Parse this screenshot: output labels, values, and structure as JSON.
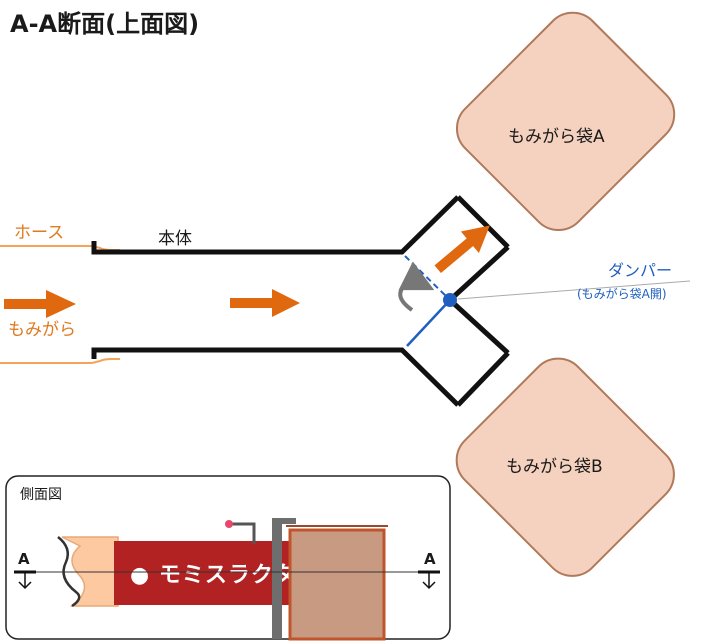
{
  "title": "A-A断面(上面図)",
  "labels": {
    "hose": "ホース",
    "body": "本体",
    "momigara": "もみがら",
    "damper": "ダンパー",
    "damper_note": "(もみがら袋A開)",
    "bag_a": "もみがら袋A",
    "bag_b": "もみがら袋B"
  },
  "side_view": {
    "title": "側面図",
    "brand": "● モミスラクタ",
    "section_mark_left": "A",
    "section_mark_right": "A"
  },
  "colors": {
    "bag_fill": "#f5d2bf",
    "bag_stroke": "#b07a5a",
    "arrow": "#e0680e",
    "hose": "#f5a35a",
    "damper": "#1f5fbf",
    "brand_red": "#b22222",
    "tank_brown": "#c89a82",
    "wall_gray": "#6e6e6e"
  }
}
